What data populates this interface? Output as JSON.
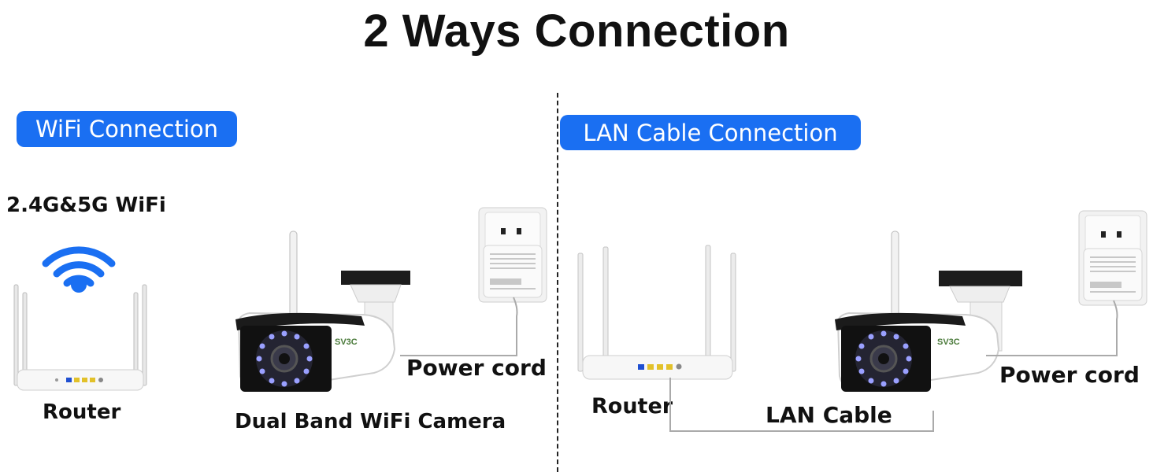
{
  "title": "2 Ways Connection",
  "colors": {
    "accent": "#1a6ff2",
    "text": "#111111",
    "background": "#ffffff"
  },
  "wifi_section": {
    "badge": "WiFi Connection",
    "band_label": "2.4G&5G WiFi",
    "router_label": "Router",
    "camera_label": "Dual Band WiFi Camera",
    "power_label": "Power cord",
    "camera_brand": "SV3C",
    "icons": [
      "wifi-signal-icon",
      "router-icon",
      "bullet-camera-icon",
      "power-adapter-icon"
    ]
  },
  "lan_section": {
    "badge": "LAN Cable Connection",
    "router_label": "Router",
    "cable_label": "LAN Cable",
    "power_label": "Power cord",
    "camera_brand": "SV3C",
    "icons": [
      "router-icon",
      "bullet-camera-icon",
      "power-adapter-icon"
    ]
  }
}
